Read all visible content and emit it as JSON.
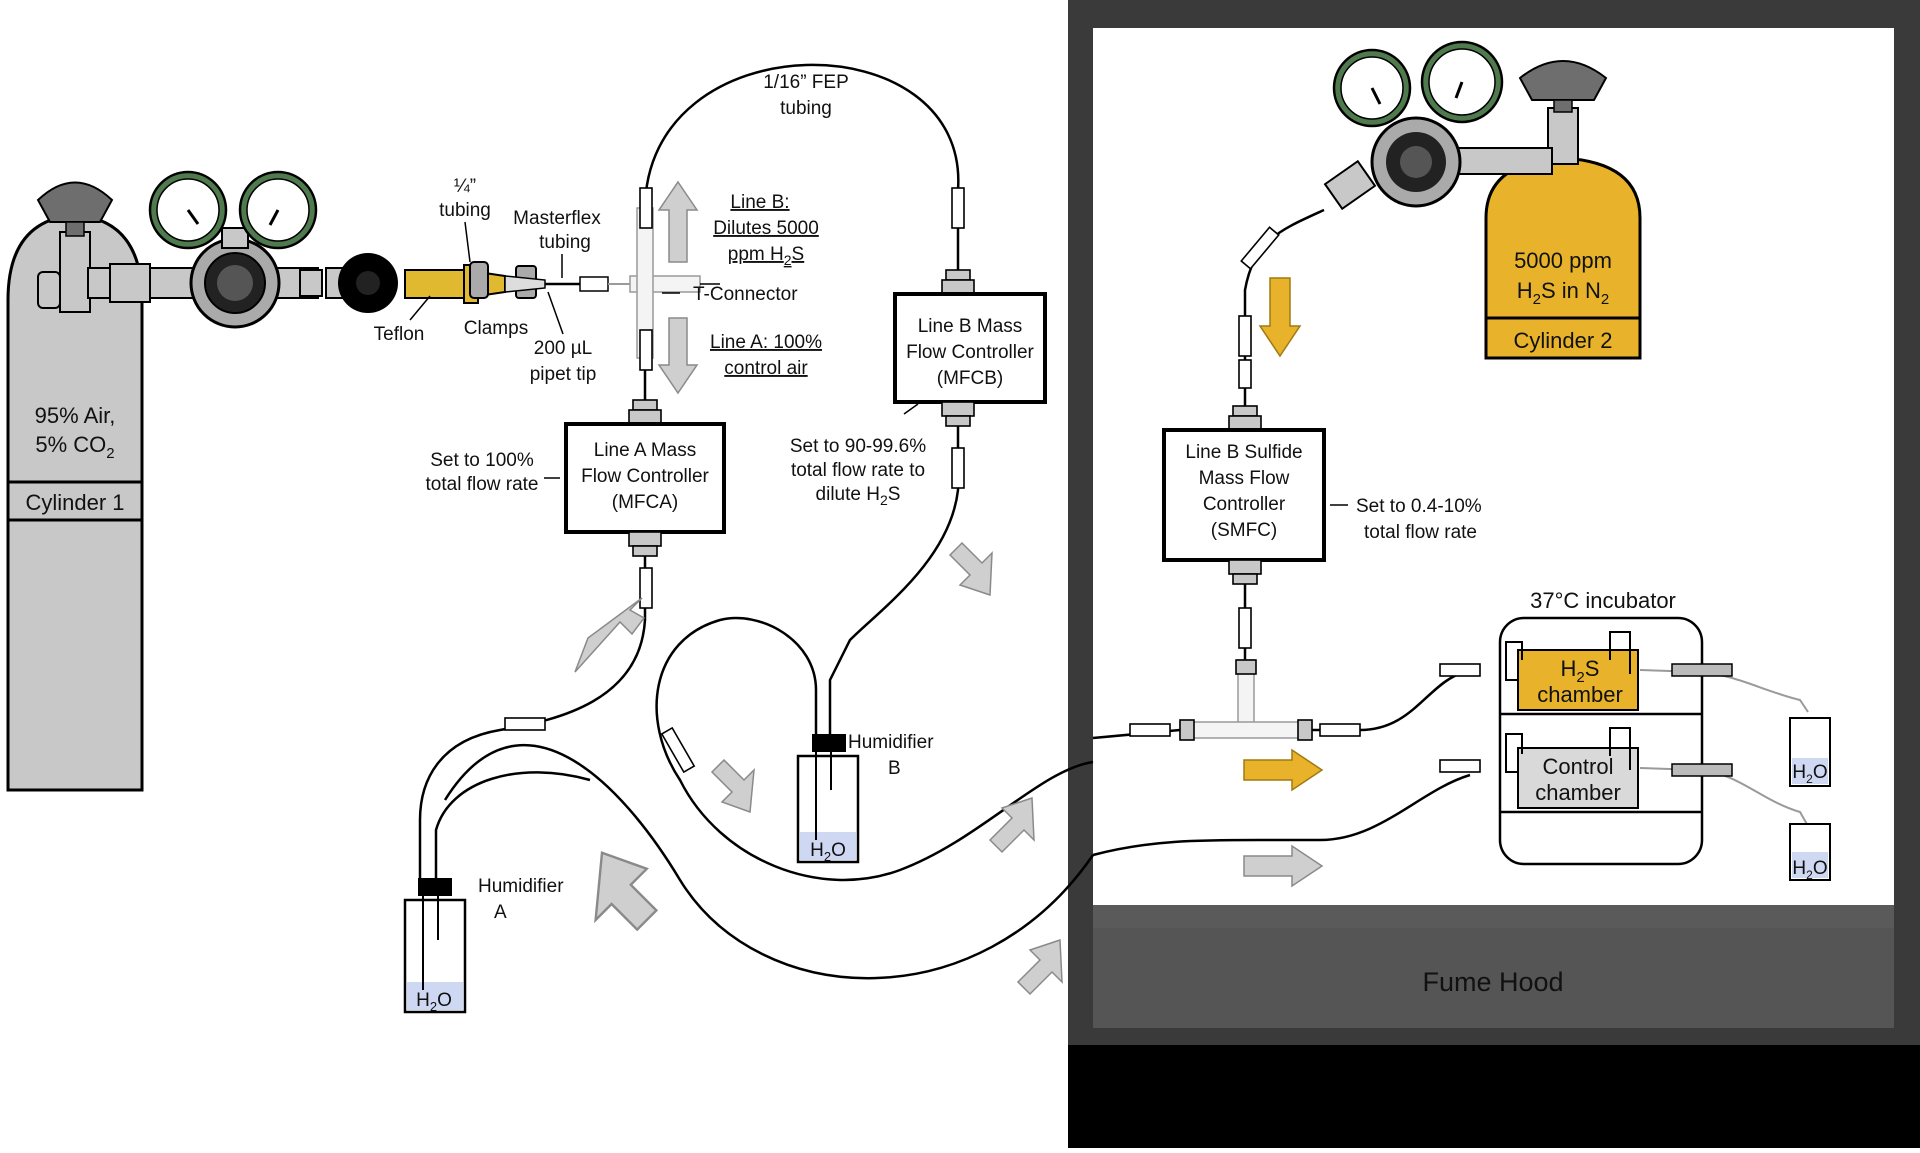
{
  "cylinder1": {
    "contents_line1": "95% Air,",
    "contents_line2": "5% CO",
    "contents_sub": "2",
    "name": "Cylinder 1",
    "color": "#c8c8c8"
  },
  "cylinder2": {
    "contents_line1": "5000 ppm",
    "contents_line2_a": "H",
    "contents_line2_sub1": "2",
    "contents_line2_b": "S in N",
    "contents_line2_sub2": "2",
    "name": "Cylinder 2",
    "color": "#e8b32a"
  },
  "labels": {
    "quarter_tubing_1": "¼”",
    "quarter_tubing_2": "tubing",
    "masterflex_1": "Masterflex",
    "masterflex_2": "tubing",
    "teflon": "Teflon",
    "clamps": "Clamps",
    "pipet_1": "200 µL",
    "pipet_2": "pipet tip",
    "t_connector": "T-Connector",
    "fep_1": "1/16” FEP",
    "fep_2": "tubing"
  },
  "line_b": {
    "title": "Line B:",
    "desc1": "Dilutes 5000",
    "desc2_a": "ppm H",
    "desc2_sub": "2",
    "desc2_b": "S"
  },
  "line_a": {
    "desc1": "Line A: 100%",
    "desc2": "control air"
  },
  "mfca": {
    "line1": "Line A Mass",
    "line2": "Flow Controller",
    "line3": "(MFCA)",
    "setting1": "Set to 100%",
    "setting2": "total flow rate"
  },
  "mfcb": {
    "line1": "Line B Mass",
    "line2": "Flow Controller",
    "line3": "(MFCB)",
    "setting1": "Set to 90-99.6%",
    "setting2": "total flow rate to",
    "setting3_a": "dilute H",
    "setting3_sub": "2",
    "setting3_b": "S"
  },
  "smfc": {
    "line1": "Line B Sulfide",
    "line2": "Mass Flow",
    "line3": "Controller",
    "line4": "(SMFC)",
    "setting1": "Set to 0.4-10%",
    "setting2": "total flow rate"
  },
  "humidifier_a": {
    "line1": "Humidifier",
    "line2": "A"
  },
  "humidifier_b": {
    "line1": "Humidifier",
    "line2": "B"
  },
  "water": {
    "h": "H",
    "sub": "2",
    "o": "O"
  },
  "incubator": {
    "title": "37°C incubator"
  },
  "h2s_chamber": {
    "line1_a": "H",
    "line1_sub": "2",
    "line1_b": "S",
    "line2": "chamber"
  },
  "control_chamber": {
    "line1": "Control",
    "line2": "chamber"
  },
  "fume_hood": {
    "label": "Fume Hood"
  },
  "colors": {
    "h2s_accent": "#e8b32a",
    "control_gray": "#d9d9d9",
    "hood_frame": "#3a3a3a",
    "hood_panel": "#555555",
    "water": "#cfd8f2"
  }
}
